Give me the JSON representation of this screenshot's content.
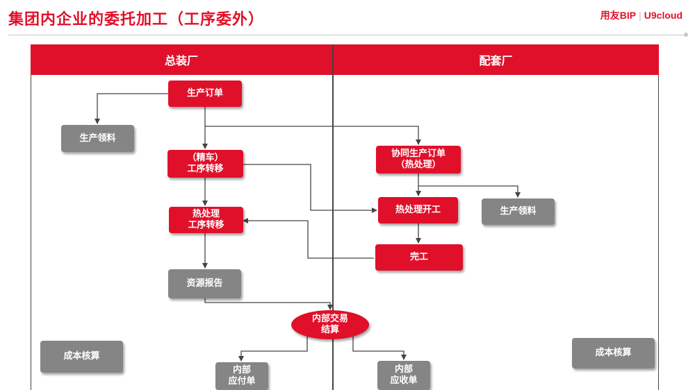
{
  "title": "集团内企业的委托加工（工序委外）",
  "brand": {
    "name": "用友BIP",
    "product": "U9cloud"
  },
  "columns": {
    "left": "总装厂",
    "right": "配套厂"
  },
  "nodes": {
    "production_order": "生产订单",
    "material_issue_left": "生产领料",
    "finishing_transfer": "（精车）\n工序转移",
    "heat_treatment_transfer": "热处理\n工序转移",
    "resource_report": "资源报告",
    "internal_settlement": "内部交易\n结算",
    "cost_accounting_left": "成本核算",
    "internal_payable": "内部\n应付单",
    "collab_production_order": "协同生产订单\n（热处理）",
    "heat_treatment_start": "热处理开工",
    "material_issue_right": "生产领料",
    "completion": "完工",
    "internal_receivable": "内部\n应收单",
    "cost_accounting_right": "成本核算"
  },
  "colors": {
    "accent": "#e0102a",
    "node_gray": "#858585",
    "line": "#444444"
  }
}
